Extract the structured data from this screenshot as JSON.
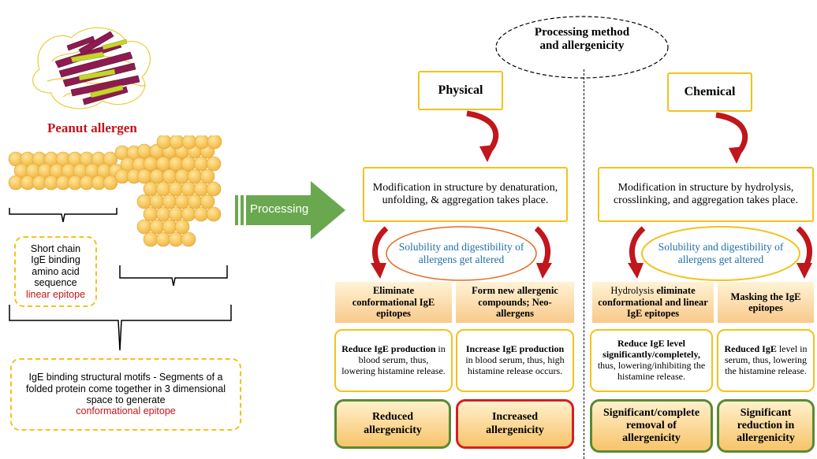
{
  "left": {
    "allergen_title": "Peanut allergen",
    "linear_box": {
      "line1": "Short chain",
      "line2": "IgE binding",
      "line3": "amino acid",
      "line4": "sequence",
      "epitope": "linear epitope"
    },
    "conformational_box": {
      "text": "IgE binding structural motifs - Segments of a folded protein come together in 3 dimensional space to generate",
      "epitope": "conformational epitope"
    }
  },
  "processing_arrow_label": "Processing",
  "header": {
    "line1": "Processing method",
    "line2": "and allergenicity"
  },
  "physical": {
    "title": "Physical",
    "modification": "Modification in structure by denaturation, unfolding, & aggregation takes place.",
    "solubility": "Solubility and digestibility of allergens get altered",
    "branches": [
      {
        "effect": "Eliminate conformational IgE epitopes",
        "detail_bold": "Reduce IgE production",
        "detail_rest": " in blood serum, thus, lowering histamine release.",
        "result": "Reduced allergenicity",
        "result_color": "#5a8a32"
      },
      {
        "effect": "Form new allergenic compounds; Neo-allergens",
        "detail_bold": "Increase IgE production",
        "detail_rest": " in blood serum, thus, high histamine release occurs.",
        "result": "Increased allergenicity",
        "result_color": "#d41f1f"
      }
    ]
  },
  "chemical": {
    "title": "Chemical",
    "modification": "Modification in structure by hydrolysis, crosslinking, and aggregation takes place.",
    "solubility": "Solubility and digestibility of allergens get altered",
    "branches": [
      {
        "effect_pre": "Hydrolysis ",
        "effect_bold": "eliminate conformational and linear IgE epitopes",
        "detail_bold": "Reduce IgE level significantly/completely,",
        "detail_rest": " thus, lowering/inhibiting the histamine release.",
        "result": "Significant/complete removal of allergenicity",
        "result_color": "#5a8a32"
      },
      {
        "effect": "Masking the IgE epitopes",
        "detail_bold": "Reduced IgE",
        "detail_rest": " level in serum, thus, lowering the histamine release.",
        "result": "Significant reduction in allergenicity",
        "result_color": "#5a8a32"
      }
    ]
  },
  "colors": {
    "accent_yellow": "#f2c21b",
    "arrow_green": "#6aa84f",
    "curve_red": "#c0161c",
    "text_red": "#c0161c",
    "text_blue": "#1f6fa8",
    "result_green_border": "#5a8a32",
    "result_red_border": "#d41f1f"
  },
  "icons": [
    "protein-structure-icon",
    "amino-acid-beads",
    "processing-arrow",
    "curved-red-arrow"
  ]
}
